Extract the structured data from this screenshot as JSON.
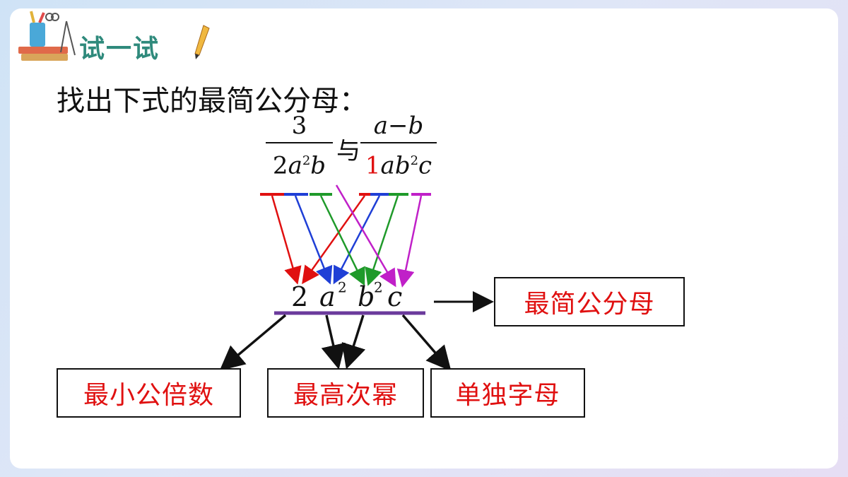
{
  "heading": "试一试",
  "instruction": "找出下式的最简公分母：",
  "fraction1": {
    "numerator": "3",
    "den_coef": "2",
    "den_a": "a",
    "den_a_exp": "2",
    "den_b": "b"
  },
  "connector": "与",
  "fraction2": {
    "numerator": "a−b",
    "den_coef": "1",
    "den_a": "a",
    "den_b": "b",
    "den_b_exp": "2",
    "den_c": "c"
  },
  "result": {
    "coef": "2",
    "a": "a",
    "a_exp": "2",
    "b": "b",
    "b_exp": "2",
    "c": "c"
  },
  "labels": {
    "lcd": "最简公分母",
    "lcm": "最小公倍数",
    "highest_power": "最高次幂",
    "single_letter": "单独字母"
  },
  "colors": {
    "red": "#e01010",
    "blue": "#1f3fd6",
    "green": "#1f9a2a",
    "purple": "#c020c8",
    "bar": "#6b3a9c",
    "heading": "#2f8a7c"
  }
}
